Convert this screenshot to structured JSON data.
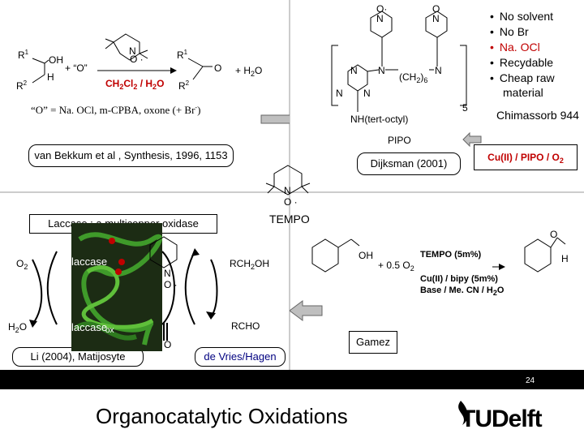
{
  "slide_title": "Organocatalytic Oxidations",
  "page_number": "24",
  "logo_text": "TUDelft",
  "top_left_scheme": {
    "r1": "R",
    "r1_sup": "1",
    "r2": "R",
    "r2_sup": "2",
    "oh": "OH",
    "h": "H",
    "plus_o": "+ “O”",
    "solvent": "CH",
    "solvent_sub1": "2",
    "solvent_mid": "Cl",
    "solvent_sub2": "2",
    "solvent_end": " / H",
    "solvent_sub3": "2",
    "solvent_o": "O",
    "n": "N",
    "o_radical": "O",
    "o": "O",
    "plus_h2o": "+ H",
    "h2o_sub": "2",
    "h2o_o": "O",
    "note": "“O” = Na. OCl, m-CPBA, oxone (+ Br",
    "note_sup": "-",
    "note_end": ")"
  },
  "pipo_scheme": {
    "label": "PIPO",
    "n": "N",
    "o": "O",
    "ch2": "(CH",
    "ch2_sub": "2",
    "ch2_end": ")",
    "ch2_n": "6",
    "nh": "NH(tert-octyl)",
    "count": "5"
  },
  "bullets": [
    "No solvent",
    "No Br",
    "Na. OCl",
    "Recydable",
    "Cheap raw"
  ],
  "bullet_tail": "material",
  "product_name": "Chimassorb 944",
  "refs": {
    "van_bekkum": "van Bekkum et al , Synthesis, 1996, 1153",
    "dijksman": "Dijksman (2001)",
    "cu_pipo": "Cu(II) / PIPO / O",
    "cu_pipo_sub": "2",
    "li": "Li (2004),  Matijosyte",
    "de_vries": "de Vries/Hagen",
    "gamez": "Gamez"
  },
  "tempo": {
    "label": "TEMPO",
    "n": "N",
    "o": "O"
  },
  "laccase": {
    "title": "Laccase : a multicopper oxidase",
    "o2": "O",
    "o2_sub": "2",
    "h2o": "H",
    "h2o_sub": "2",
    "h2o_o": "O",
    "laccase_top": "laccase",
    "laccase_bottom": "laccase",
    "ox": "ox",
    "rch2oh": "RCH",
    "rch2oh_sub": "2",
    "rch2oh_end": "OH",
    "rcho": "RCHO"
  },
  "benzyl_scheme": {
    "oh": "OH",
    "plus_o2": "+ 0.5 O",
    "o2_sub": "2",
    "tempo_cond": "TEMPO (5m%)",
    "cu_cond": "Cu(II) / bipy (5m%)",
    "base_cond": "Base / Me. CN / H",
    "base_sub": "2",
    "base_o": "O",
    "o": "O",
    "h": "H"
  },
  "colors": {
    "red": "#c00000",
    "arrow_fill": "#bfbfbf",
    "footer_bar": "#000000",
    "photo_bg": "#1c2c14"
  }
}
